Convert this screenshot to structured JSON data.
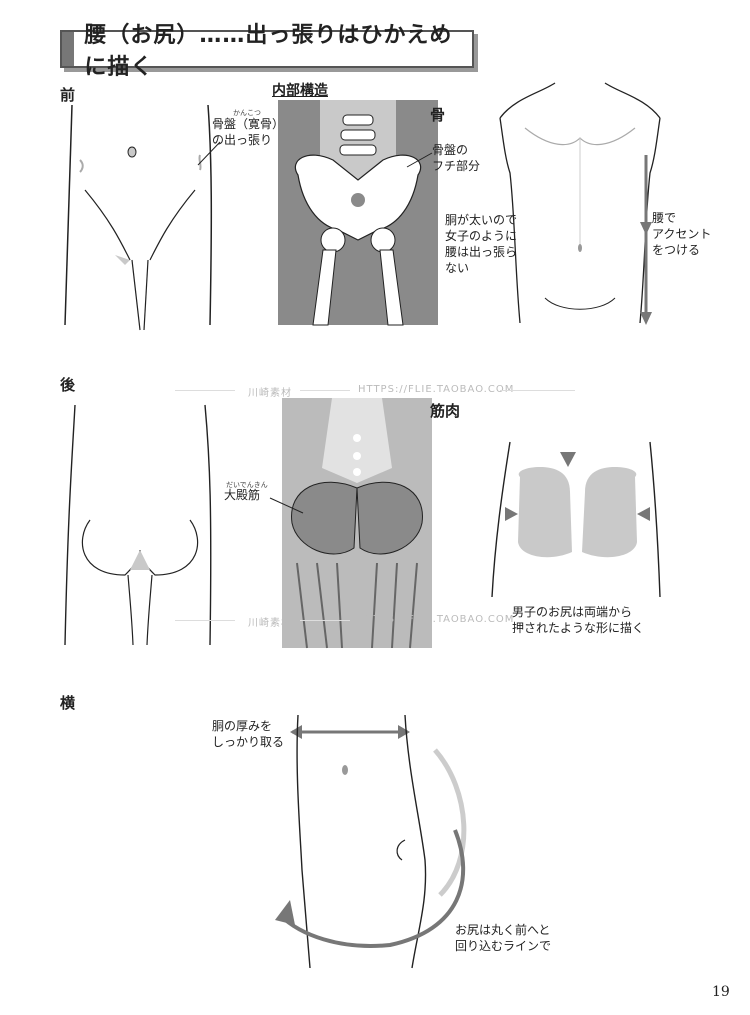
{
  "header": {
    "title": "腰（お尻）……出っ張りはひかえめに描く"
  },
  "front": {
    "label": "前",
    "internal_title": "内部構造",
    "bone_label": "骨",
    "pelvis_ruby": "かんこつ",
    "pelvis_note_1": "骨盤（寛骨）",
    "pelvis_note_2": "の出っ張り",
    "rim_note_1": "骨盤の",
    "rim_note_2": "フチ部分",
    "trunk_note": [
      "胴が太いので",
      "女子のように",
      "腰は出っ張ら",
      "ない"
    ],
    "accent_note": [
      "腰で",
      "アクセント",
      "をつける"
    ]
  },
  "back": {
    "label": "後",
    "muscle_label": "筋肉",
    "glute_ruby": "だいでんきん",
    "glute_label": "大殿筋",
    "shape_note_1": "男子のお尻は両端から",
    "shape_note_2": "押されたような形に描く"
  },
  "side": {
    "label": "横",
    "thickness_note_1": "胴の厚みを",
    "thickness_note_2": "しっかり取る",
    "curve_note_1": "お尻は丸く前へと",
    "curve_note_2": "回り込むラインで"
  },
  "watermark": {
    "brand": "川崎素材",
    "url": "HTTPS://FLIE.TAOBAO.COM"
  },
  "page_number": "19",
  "colors": {
    "gray_fill": "#8a8a8a",
    "light_fill": "#c9c9c9",
    "arrow": "#777777",
    "line": "#222222"
  }
}
